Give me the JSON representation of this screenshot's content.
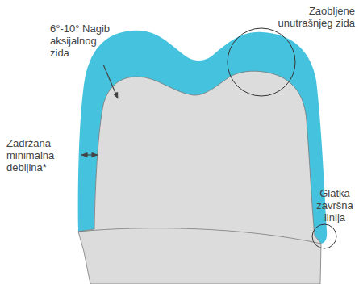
{
  "diagram": {
    "labels": [
      "6°-10° Nagib aksijalnog zida",
      "Zaobljene unutrašnjeg zida",
      "Zadržana minimalna debljina*",
      "Glatka završna linija"
    ]
  }
}
